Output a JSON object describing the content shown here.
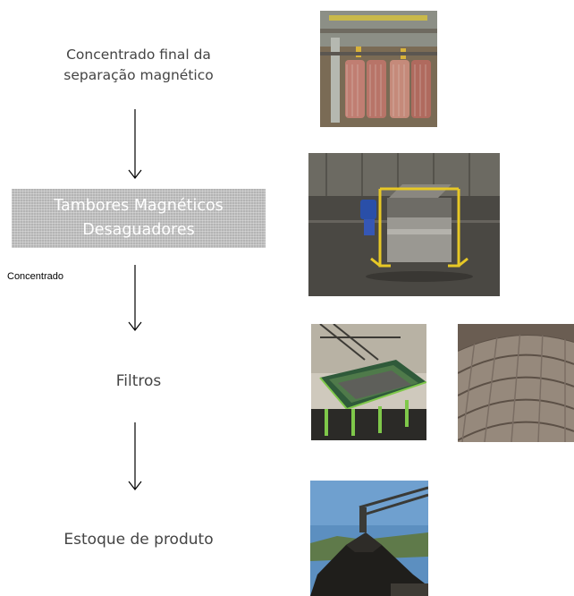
{
  "flow": {
    "step1": {
      "line1": "Concentrado final da",
      "line2": "separação magnético"
    },
    "step2": {
      "line1": "Tambores Magnéticos",
      "line2": "Desaguadores"
    },
    "step2_output_label": "Concentrado",
    "step3": {
      "label": "Filtros"
    },
    "step4": {
      "label": "Estoque de produto"
    }
  },
  "colors": {
    "text": "#444444",
    "process_box": "#b4b4b4",
    "process_text": "#ffffff",
    "arrow": "#000000"
  },
  "photos": [
    {
      "depicts": "magnetic separator drums"
    },
    {
      "depicts": "magnetic dewatering drum"
    },
    {
      "depicts": "filter plant"
    },
    {
      "depicts": "filter disc"
    },
    {
      "depicts": "product stockpile"
    }
  ]
}
